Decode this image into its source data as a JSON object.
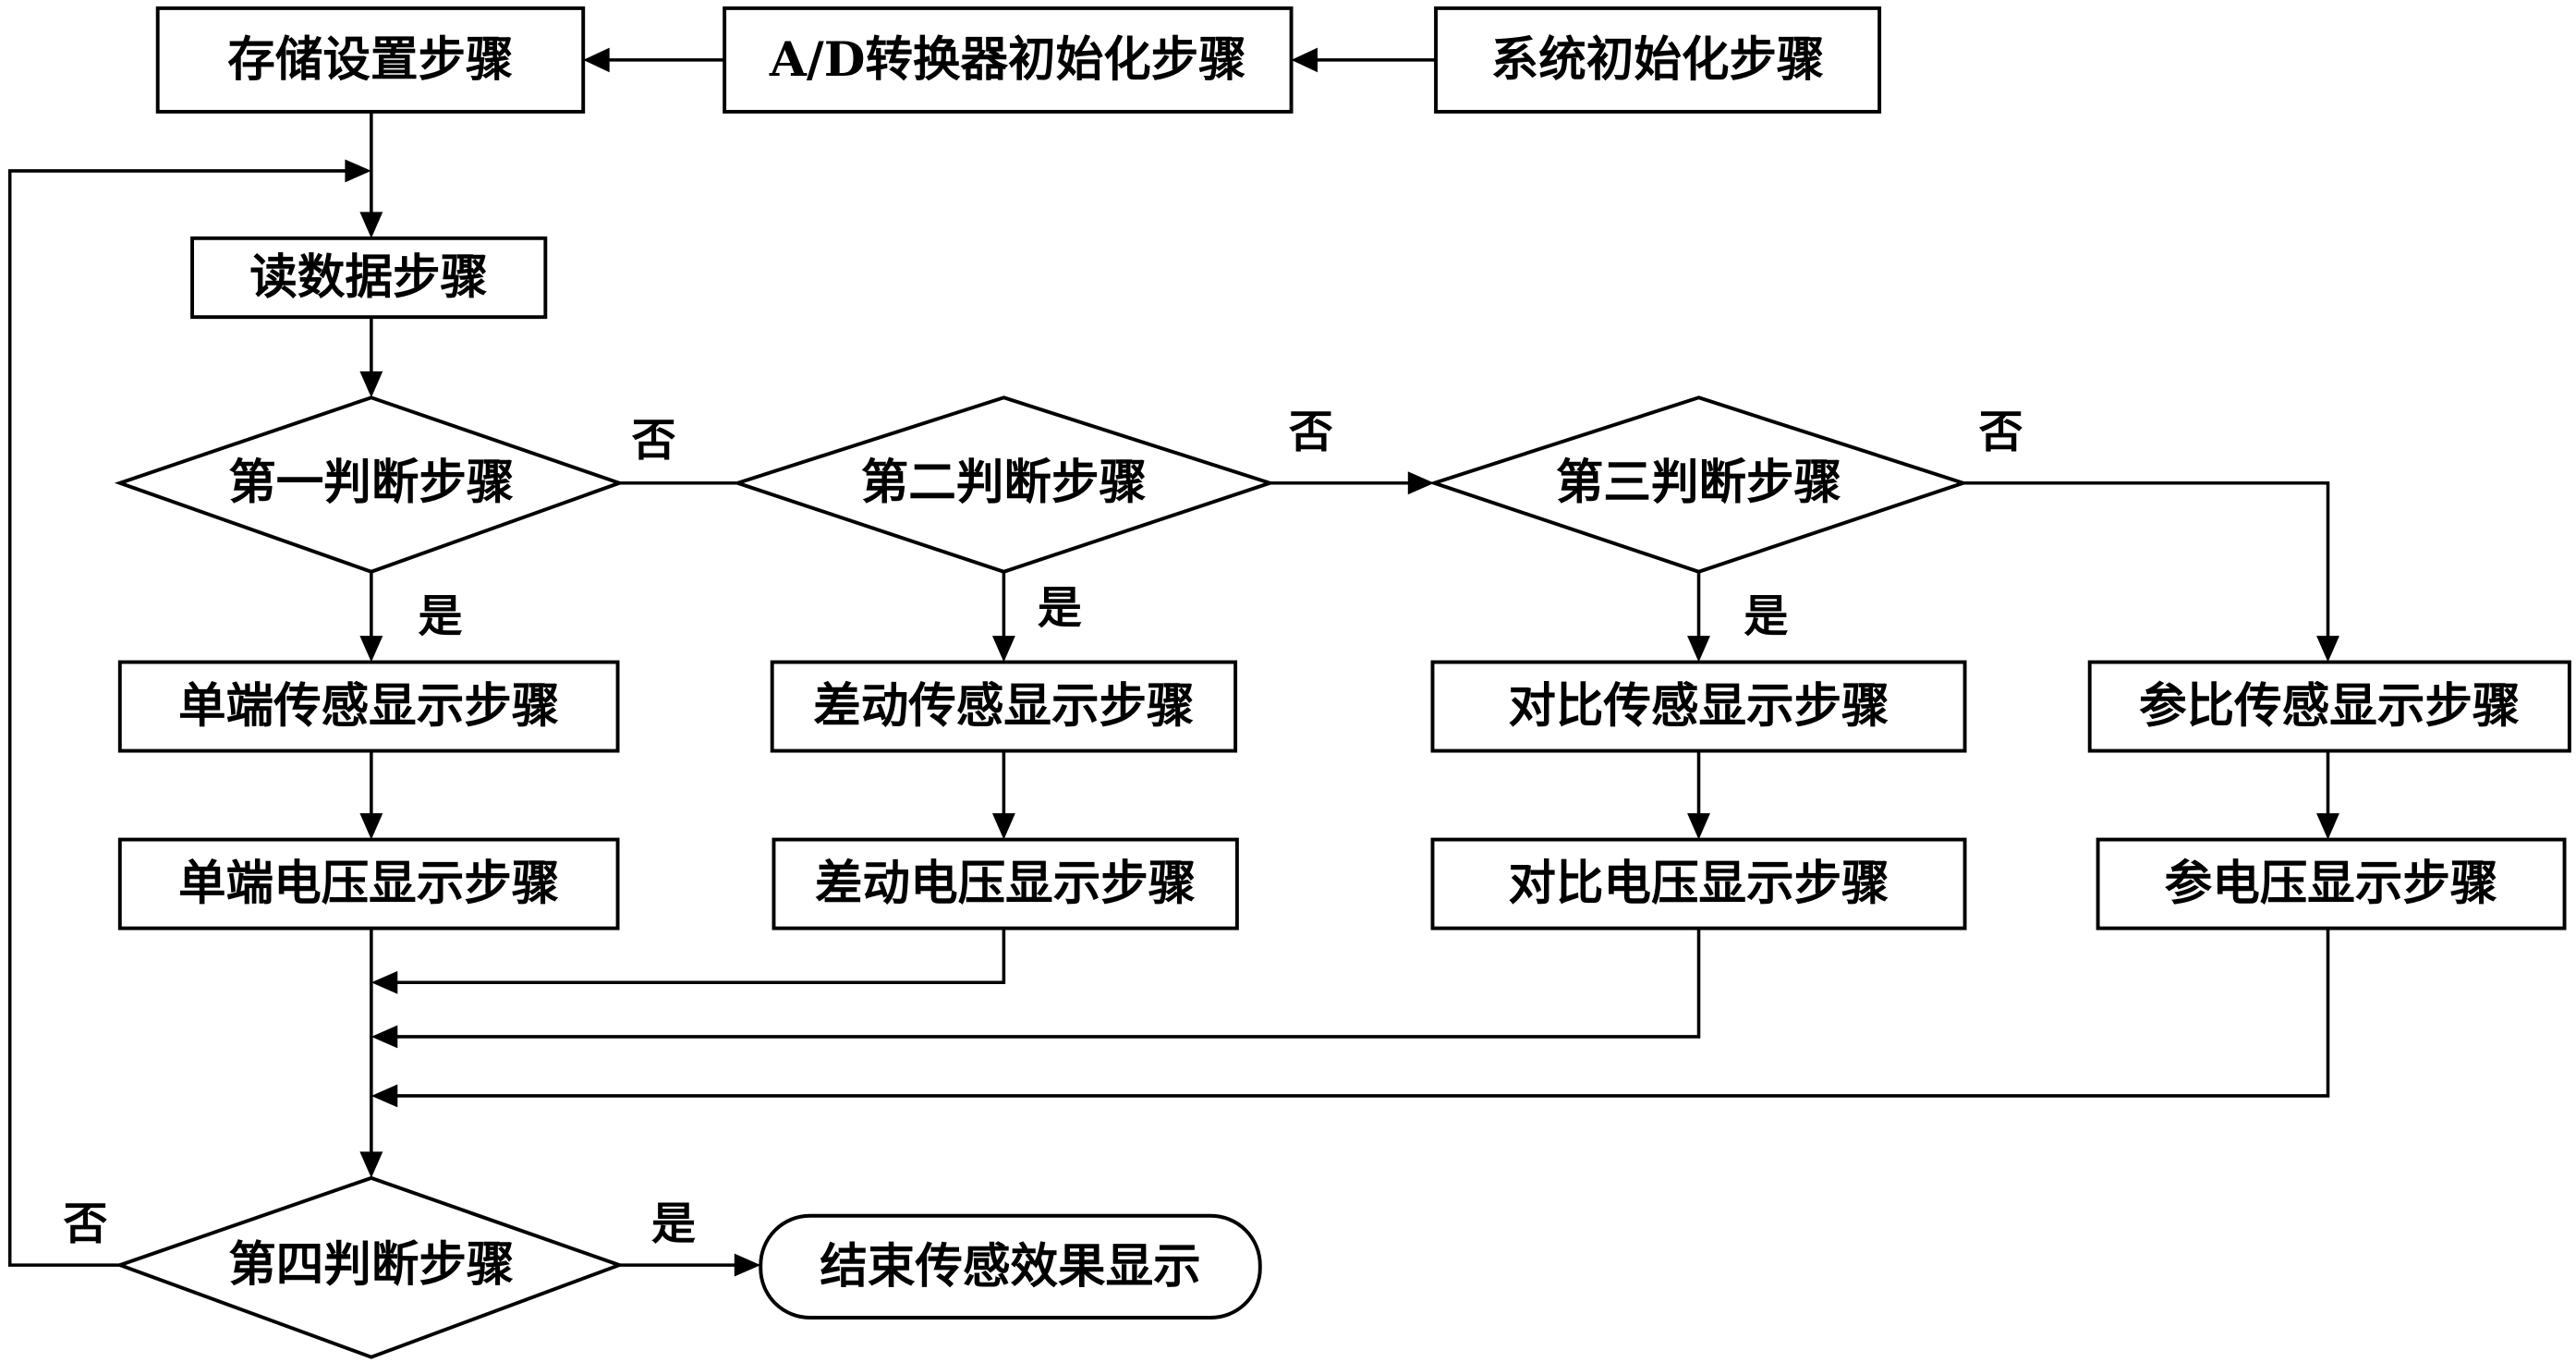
{
  "title": "传感效果显示流程图",
  "nodes": {
    "storage_setup": "存储设置步骤",
    "ad_init": "A/D转换器初始化步骤",
    "system_init": "系统初始化步骤",
    "read_data": "读数据步骤",
    "judge1": "第一判断步骤",
    "judge2": "第二判断步骤",
    "judge3": "第三判断步骤",
    "judge4": "第四判断步骤",
    "single_sensor": "单端传感显示步骤",
    "diff_sensor": "差动传感显示步骤",
    "compare_sensor": "对比传感显示步骤",
    "ref_sensor": "参比传感显示步骤",
    "single_voltage": "单端电压显示步骤",
    "diff_voltage": "差动电压显示步骤",
    "compare_voltage": "对比电压显示步骤",
    "ref_voltage": "参电压显示步骤",
    "end": "结束传感效果显示"
  },
  "edge_labels": {
    "no": "否",
    "yes": "是"
  },
  "edges": [
    {
      "from": "system_init",
      "to": "ad_init"
    },
    {
      "from": "ad_init",
      "to": "storage_setup"
    },
    {
      "from": "storage_setup",
      "to": "read_data"
    },
    {
      "from": "read_data",
      "to": "judge1"
    },
    {
      "from": "judge1",
      "to": "single_sensor",
      "label": "是"
    },
    {
      "from": "judge1",
      "to": "judge2",
      "label": "否"
    },
    {
      "from": "judge2",
      "to": "diff_sensor",
      "label": "是"
    },
    {
      "from": "judge2",
      "to": "judge3",
      "label": "否"
    },
    {
      "from": "judge3",
      "to": "compare_sensor",
      "label": "是"
    },
    {
      "from": "judge3",
      "to": "ref_sensor",
      "label": "否"
    },
    {
      "from": "single_sensor",
      "to": "single_voltage"
    },
    {
      "from": "diff_sensor",
      "to": "diff_voltage"
    },
    {
      "from": "compare_sensor",
      "to": "compare_voltage"
    },
    {
      "from": "ref_sensor",
      "to": "ref_voltage"
    },
    {
      "from": "single_voltage",
      "to": "judge4"
    },
    {
      "from": "diff_voltage",
      "to": "judge4"
    },
    {
      "from": "compare_voltage",
      "to": "judge4"
    },
    {
      "from": "ref_voltage",
      "to": "judge4"
    },
    {
      "from": "judge4",
      "to": "end",
      "label": "是"
    },
    {
      "from": "judge4",
      "to": "read_data",
      "label": "否"
    }
  ]
}
